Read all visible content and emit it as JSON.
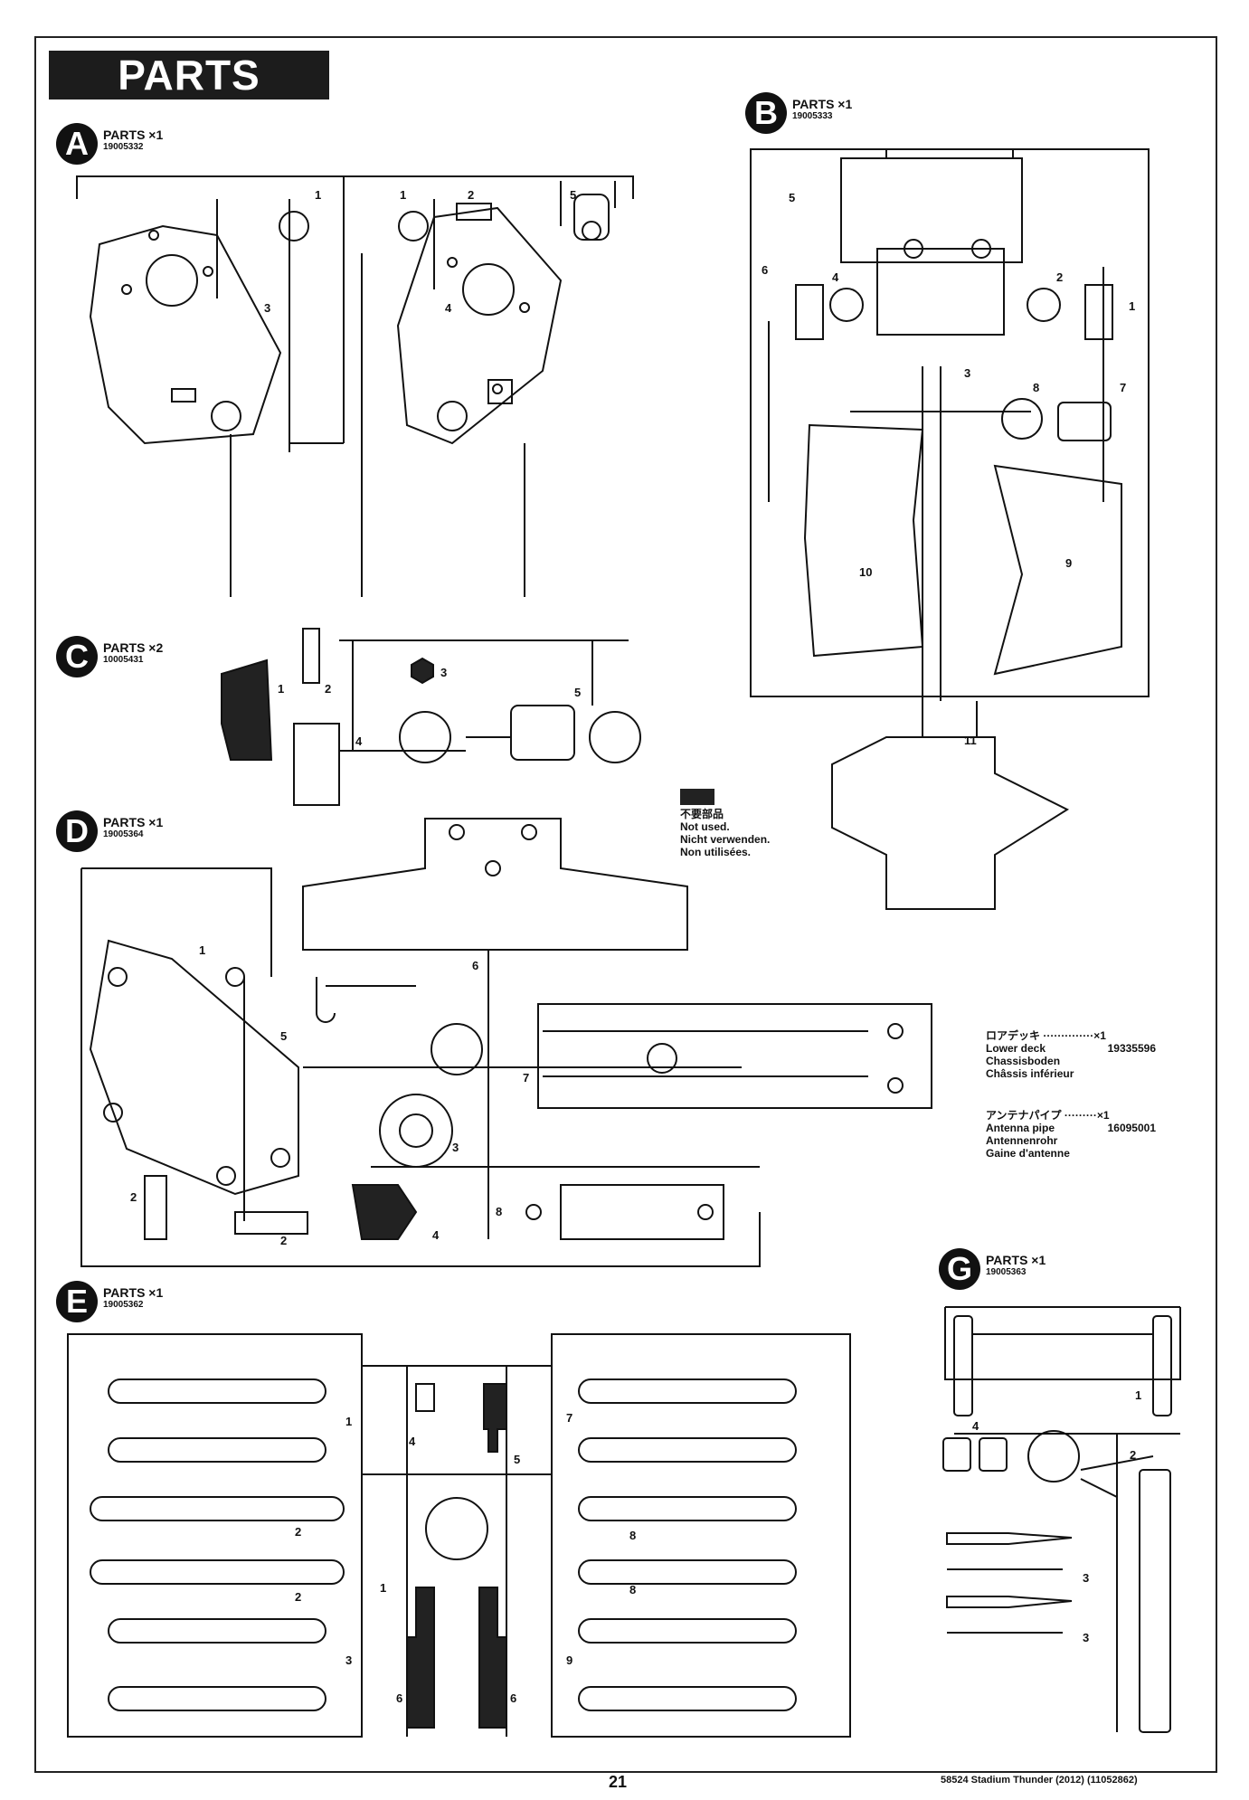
{
  "page": {
    "title": "PARTS",
    "page_number": "21",
    "footer": "58524  Stadium Thunder (2012) (11052862)"
  },
  "groups": {
    "A": {
      "letter": "A",
      "qty": "PARTS ×1",
      "code": "19005332",
      "numbers": [
        "1",
        "1",
        "2",
        "5",
        "3",
        "4"
      ]
    },
    "B": {
      "letter": "B",
      "qty": "PARTS ×1",
      "code": "19005333",
      "numbers": [
        "5",
        "6",
        "4",
        "2",
        "1",
        "3",
        "8",
        "7",
        "10",
        "9",
        "11"
      ]
    },
    "C": {
      "letter": "C",
      "qty": "PARTS ×2",
      "code": "10005431",
      "numbers": [
        "3",
        "1",
        "2",
        "4",
        "5"
      ]
    },
    "D": {
      "letter": "D",
      "qty": "PARTS ×1",
      "code": "19005364",
      "numbers": [
        "1",
        "6",
        "5",
        "7",
        "3",
        "2",
        "4",
        "8",
        "2"
      ]
    },
    "E": {
      "letter": "E",
      "qty": "PARTS ×1",
      "code": "19005362",
      "numbers": [
        "1",
        "4",
        "5",
        "7",
        "2",
        "2",
        "8",
        "8",
        "1",
        "3",
        "9",
        "6",
        "6"
      ]
    },
    "G": {
      "letter": "G",
      "qty": "PARTS ×1",
      "code": "19005363",
      "numbers": [
        "4",
        "1",
        "2",
        "3",
        "3"
      ]
    }
  },
  "not_used_legend": {
    "ja": "不要部品",
    "en": "Not used.",
    "de": "Nicht verwenden.",
    "fr": "Non utilisées."
  },
  "extra_parts": [
    {
      "ja": "ロアデッキ ··············×1",
      "en": "Lower deck",
      "code": "19335596",
      "de": "Chassisboden",
      "fr": "Châssis inférieur"
    },
    {
      "ja": "アンテナパイプ ·········×1",
      "en": "Antenna pipe",
      "code": "16095001",
      "de": "Antennenrohr",
      "fr": "Gaine d'antenne"
    }
  ]
}
